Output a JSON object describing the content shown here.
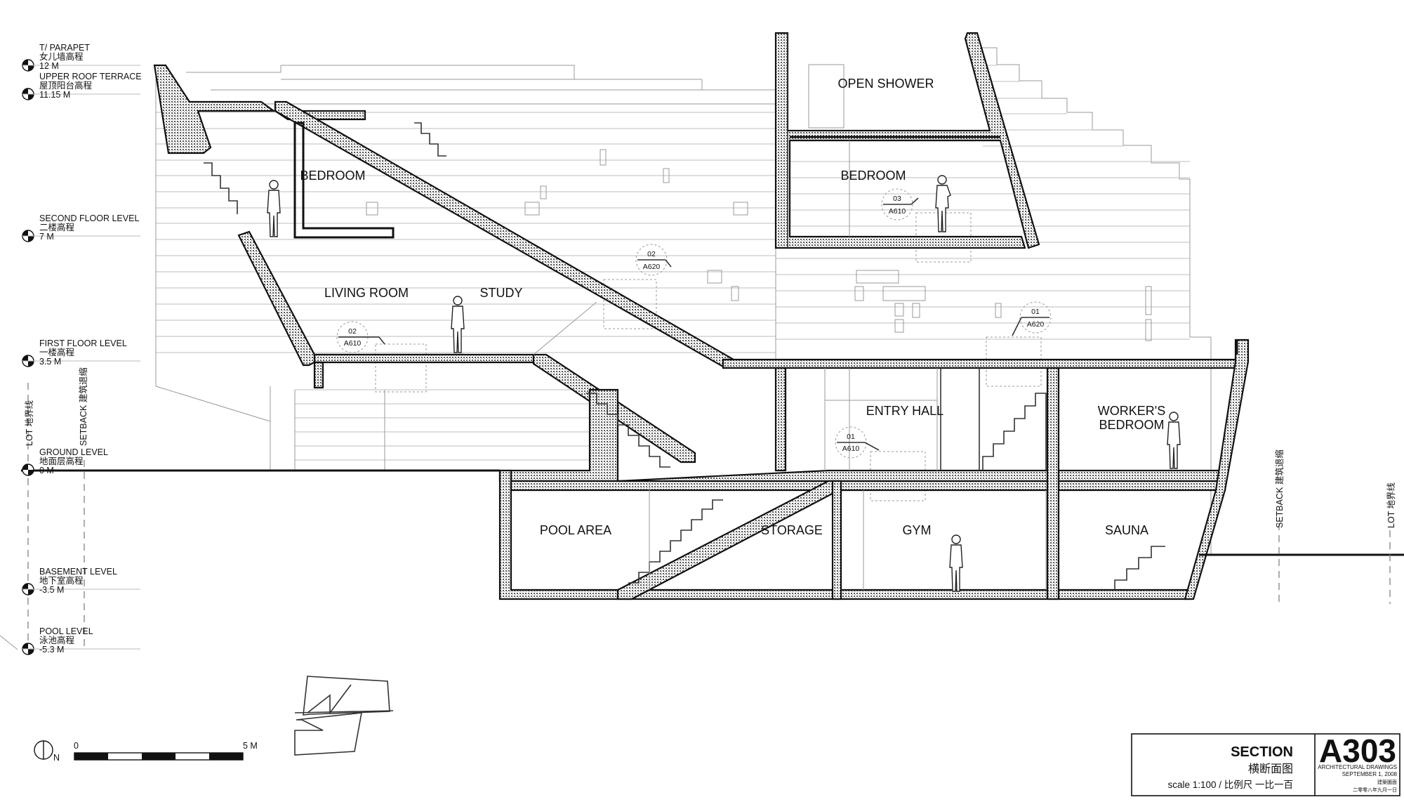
{
  "levels": [
    {
      "en": "T/  PARAPET",
      "cn": "女儿墙高程",
      "value": "12 M"
    },
    {
      "en": "UPPER ROOF TERRACE",
      "cn": "屋顶阳台高程",
      "value": "11.15 M"
    },
    {
      "en": "SECOND FLOOR LEVEL",
      "cn": "二楼高程",
      "value": "7 M"
    },
    {
      "en": "FIRST FLOOR LEVEL",
      "cn": "一楼高程",
      "value": "3.5 M"
    },
    {
      "en": "GROUND LEVEL",
      "cn": "地面层高程",
      "value": "0 M"
    },
    {
      "en": "BASEMENT LEVEL",
      "cn": "地下室高程",
      "value": "-3.5 M"
    },
    {
      "en": "POOL LEVEL",
      "cn": "泳池高程",
      "value": "-5.3 M"
    }
  ],
  "rooms": {
    "open_shower": "OPEN SHOWER",
    "bedroom_upper": "BEDROOM",
    "bedroom_left": "BEDROOM",
    "living_room": "LIVING ROOM",
    "study": "STUDY",
    "entry_hall": "ENTRY HALL",
    "workers_bedroom_1": "WORKER'S",
    "workers_bedroom_2": "BEDROOM",
    "pool_area": "POOL AREA",
    "storage": "STORAGE",
    "gym": "GYM",
    "sauna": "SAUNA"
  },
  "tags": [
    {
      "num": "02",
      "ref": "A620"
    },
    {
      "num": "03",
      "ref": "A610"
    },
    {
      "num": "02",
      "ref": "A610"
    },
    {
      "num": "01",
      "ref": "A620"
    },
    {
      "num": "01",
      "ref": "A610"
    }
  ],
  "boundaries": {
    "lot_left": "LOT 地界线",
    "setback_left": "SETBACK 建筑退缩",
    "setback_right": "SETBACK 建筑退缩",
    "lot_right": "LOT 地界线"
  },
  "north_label": "N",
  "scale_bar": {
    "start": "0",
    "end": "5 M"
  },
  "title_block": {
    "title": "SECTION",
    "title_cn": "横断面图",
    "scale": "scale 1:100 / 比例尺  一比一百",
    "sheet_number": "A303",
    "set_name": "ARCHITECTURAL DRAWINGS",
    "date": "SEPTEMBER 1, 2008",
    "set_name_cn": "建築圖面",
    "date_cn": "二零零八年九月一日"
  }
}
